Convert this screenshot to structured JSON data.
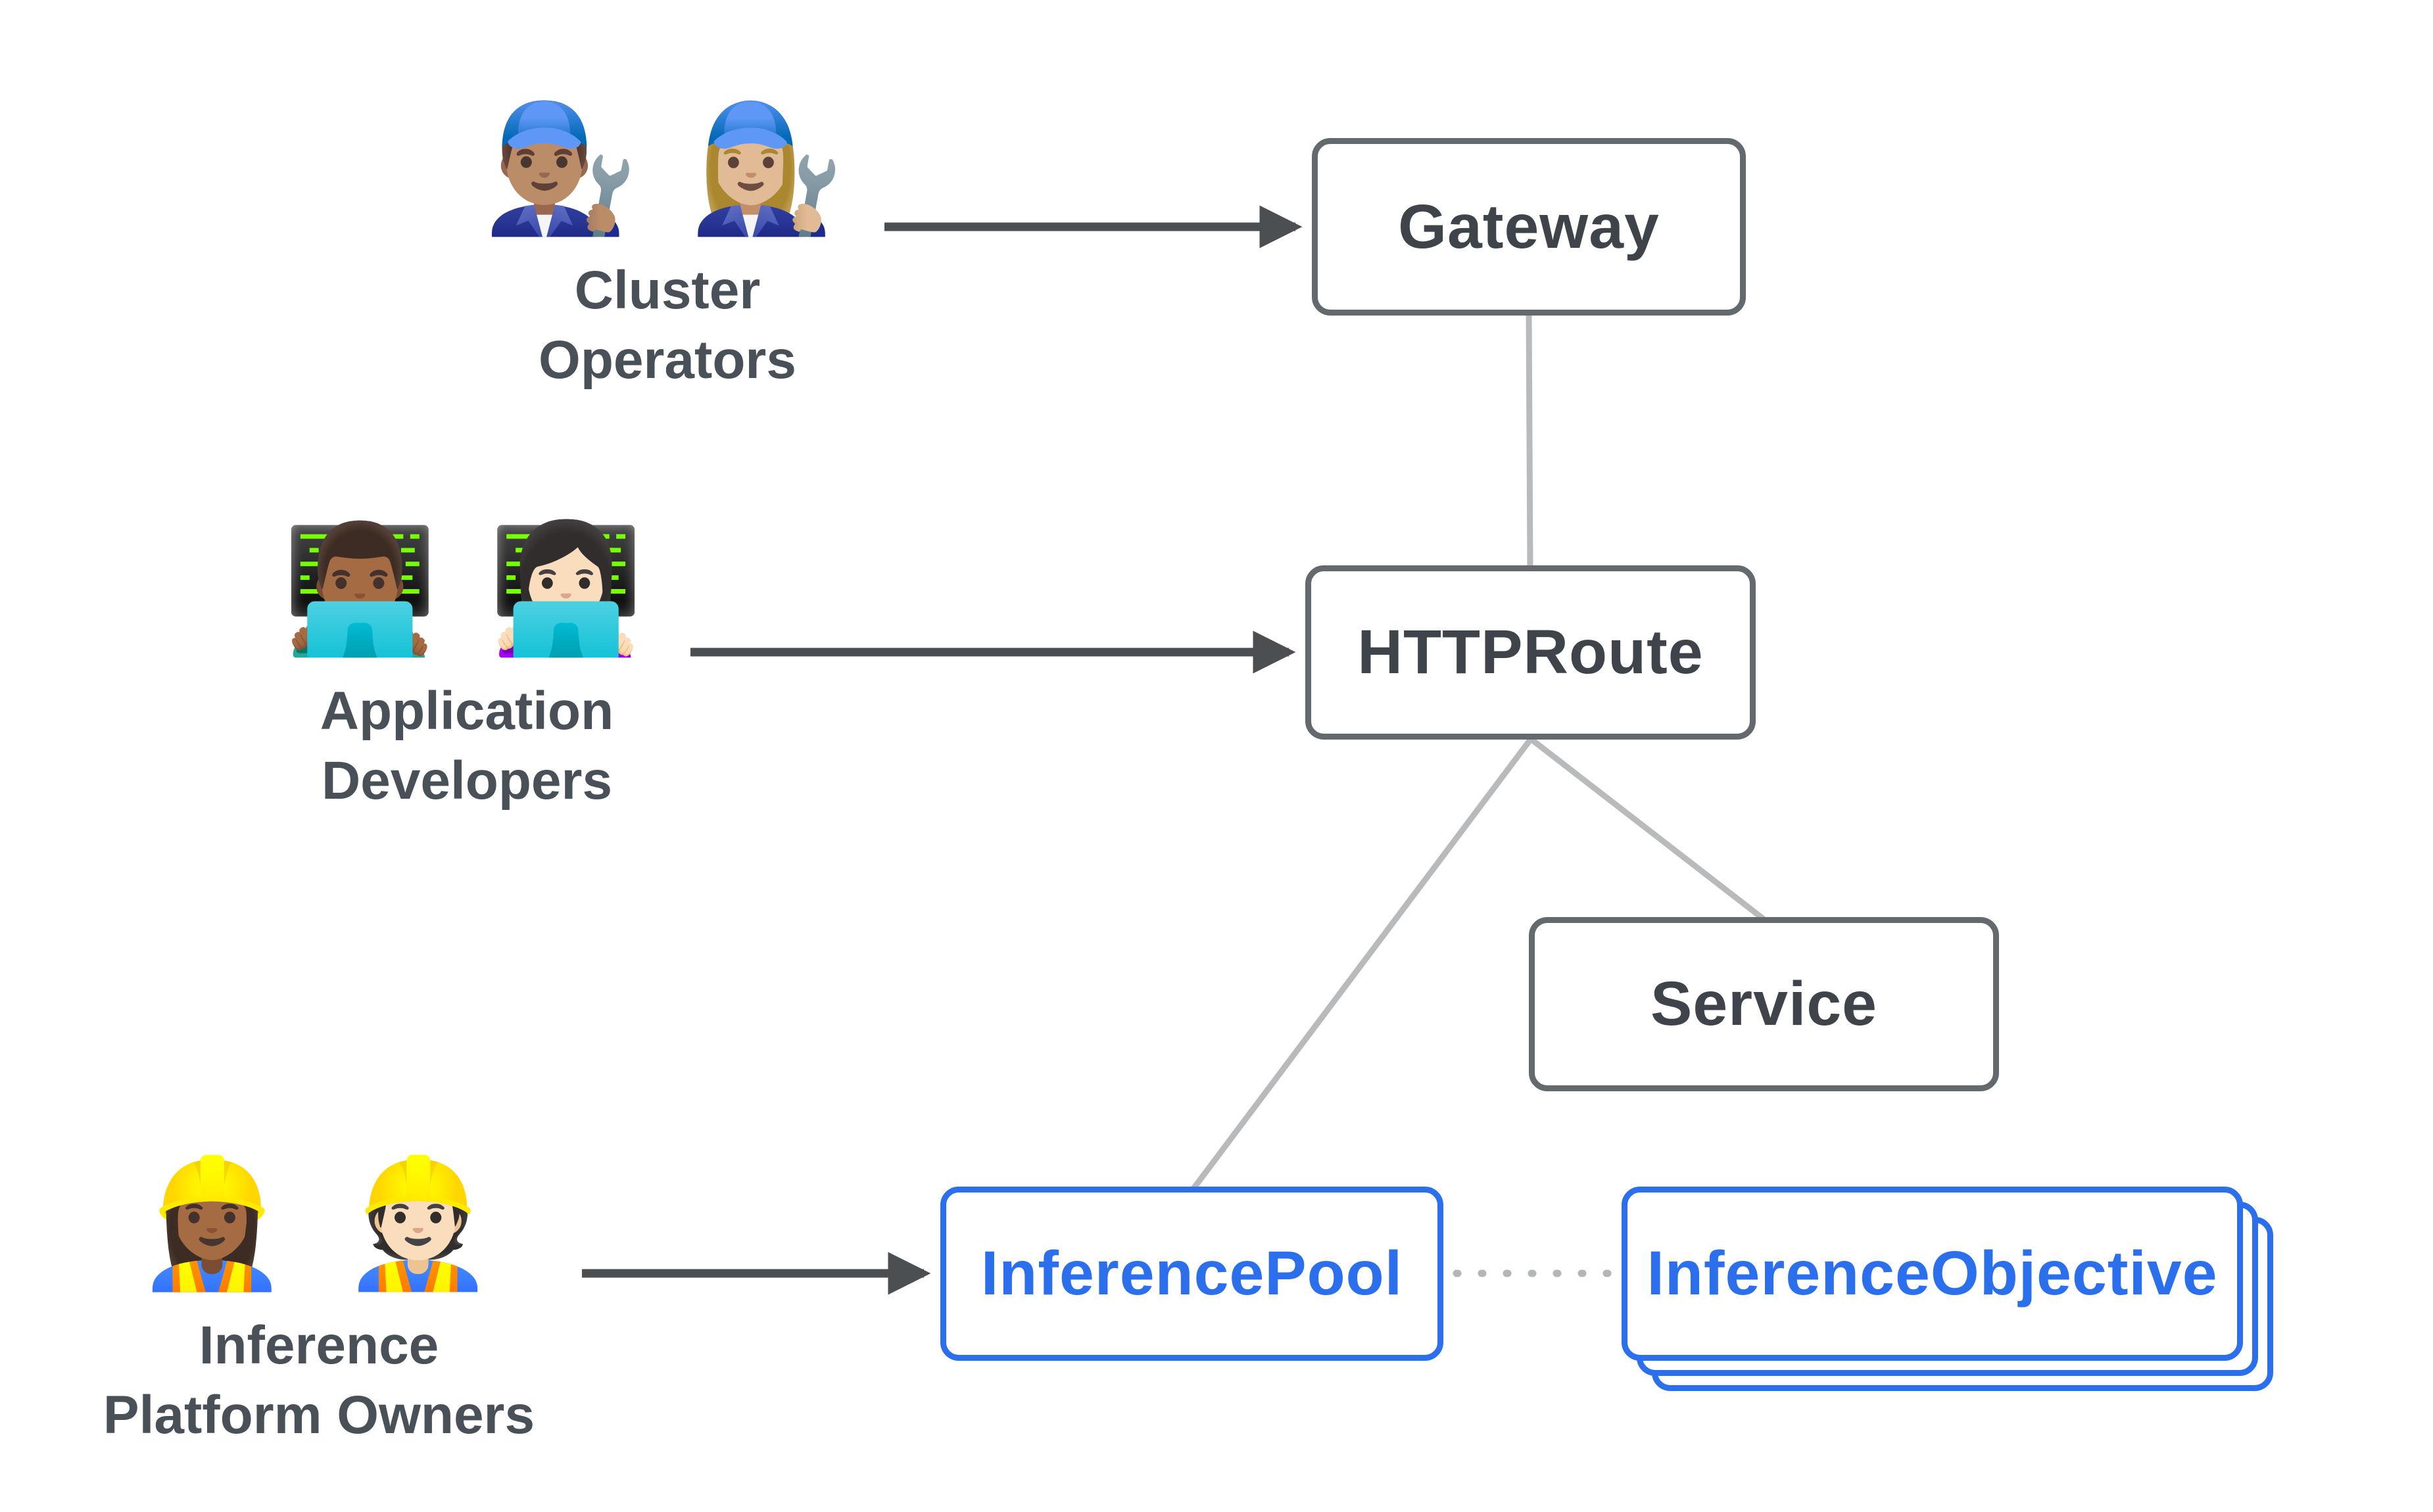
{
  "colors": {
    "background": "#ffffff",
    "node_border_gray": "#64696d",
    "node_text_gray": "#3e444a",
    "accent_blue": "#2b6fed",
    "connector_gray": "#b8babc",
    "arrow_dark": "#4c4f52",
    "actor_label_text": "#4a5057"
  },
  "actors": {
    "cluster_operators": {
      "emoji": "👨🏽‍🔧 👩🏼‍🔧",
      "label": "Cluster\nOperators"
    },
    "application_developers": {
      "emoji": "👨🏾‍💻 👩🏻‍💻",
      "label": "Application\nDevelopers"
    },
    "inference_platform_owners": {
      "emoji": "👷🏾‍♀️ 👷🏻",
      "label": "Inference\nPlatform Owners"
    }
  },
  "nodes": {
    "gateway": {
      "label": "Gateway"
    },
    "httproute": {
      "label": "HTTPRoute"
    },
    "service": {
      "label": "Service"
    },
    "inference_pool": {
      "label": "InferencePool"
    },
    "inference_objective": {
      "label": "InferenceObjective"
    }
  },
  "edges": [
    {
      "from": "cluster_operators",
      "to": "gateway",
      "type": "arrow"
    },
    {
      "from": "application_developers",
      "to": "httproute",
      "type": "arrow"
    },
    {
      "from": "inference_platform_owners",
      "to": "inference_pool",
      "type": "arrow"
    },
    {
      "from": "gateway",
      "to": "httproute",
      "type": "line"
    },
    {
      "from": "httproute",
      "to": "inference_pool",
      "type": "line"
    },
    {
      "from": "httproute",
      "to": "service",
      "type": "line"
    },
    {
      "from": "inference_pool",
      "to": "inference_objective",
      "type": "dotted"
    }
  ]
}
